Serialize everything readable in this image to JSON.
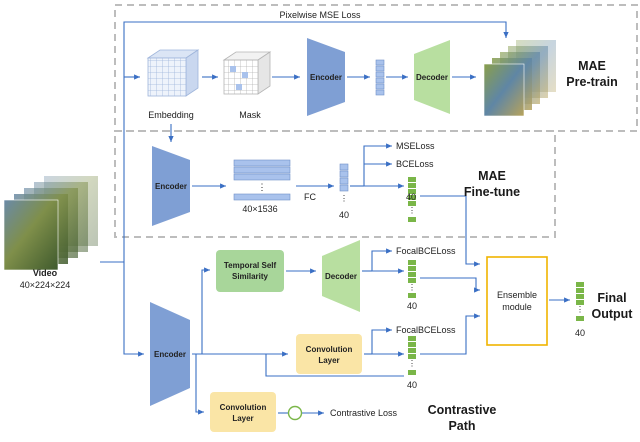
{
  "colors": {
    "arrow": "#3a6fc4",
    "encoder": "#7f9fd4",
    "decoder": "#b8dfa0",
    "conv_layer": "#fae5a6",
    "temporal_block": "#a8d69a",
    "ensemble_border": "#f0b400",
    "token_green": "#7ab648",
    "token_blue": "#a9c2ec",
    "dashed_border": "#bdbdbd"
  },
  "labels": {
    "pixelwise_loss": "Pixelwise MSE Loss",
    "embedding": "Embedding",
    "mask": "Mask",
    "encoder": "Encoder",
    "decoder": "Decoder",
    "mae_pretrain_line1": "MAE",
    "mae_pretrain_line2": "Pre-train",
    "mse_loss": "MSELoss",
    "bce_loss": "BCELoss",
    "dims_40x1536": "40×1536",
    "fc": "FC",
    "n40": "40",
    "mae_finetune_line1": "MAE",
    "mae_finetune_line2": "Fine-tune",
    "video": "Video",
    "video_dims": "40×224×224",
    "temporal_line1": "Temporal Self",
    "temporal_line2": "Similarity",
    "focal_bce_loss": "FocalBCELoss",
    "conv_line1": "Convolution",
    "conv_line2": "Layer",
    "ensemble_line1": "Ensemble",
    "ensemble_line2": "module",
    "final_line1": "Final",
    "final_line2": "Output",
    "contrastive_loss": "Contrastive Loss",
    "contrastive_line1": "Contrastive",
    "contrastive_line2": "Path"
  },
  "icons": {
    "video_frames": "video-frame-stack",
    "pred_frames": "predicted-frame-stack",
    "embedding_cube": "voxel-cube",
    "mask_cube": "masked-voxel-cube",
    "token_column": "token-column",
    "merge_node": "circle-node"
  }
}
